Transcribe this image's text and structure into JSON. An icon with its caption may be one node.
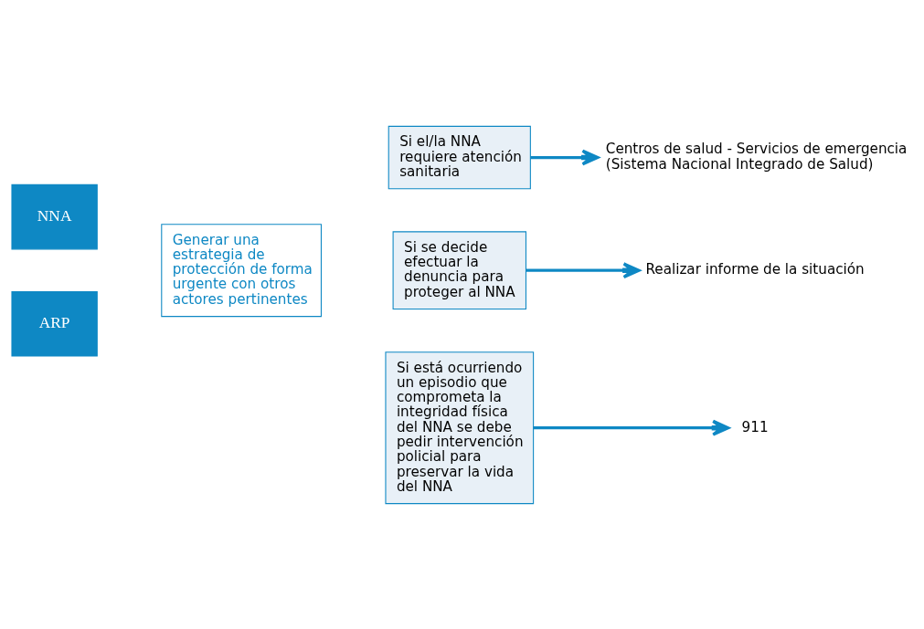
{
  "diagram": {
    "nodes": [
      {
        "text": [
          "NNA"
        ]
      },
      {
        "text": [
          "ARP"
        ]
      },
      {
        "text": [
          "Generar una estrategia de protección de forma urgente con otros actores pertinentes"
        ]
      },
      {
        "text": [
          "Si el/la NNA requiere atención sanitaria"
        ]
      },
      {
        "text": [
          "Si se decide efectuar la denuncia para proteger al NNA"
        ]
      },
      {
        "text": [
          "Si está ocurriendo un episodio que comprometa la integridad física del NNA se debe pedir intervención policial para preservar la vida del NNA"
        ]
      },
      {
        "text": [
          "Centros de salud - Servicios de emergencia (Sistema Nacional Integrado de Salud)"
        ]
      },
      {
        "text": [
          "Realizar informe de la situación"
        ]
      },
      {
        "text": [
          "911"
        ]
      }
    ],
    "edges": [
      {
        "from": 3,
        "to": 6,
        "arrow": "to"
      },
      {
        "from": 4,
        "to": 7,
        "arrow": "to"
      },
      {
        "from": 5,
        "to": 8,
        "arrow": "to"
      }
    ]
  }
}
